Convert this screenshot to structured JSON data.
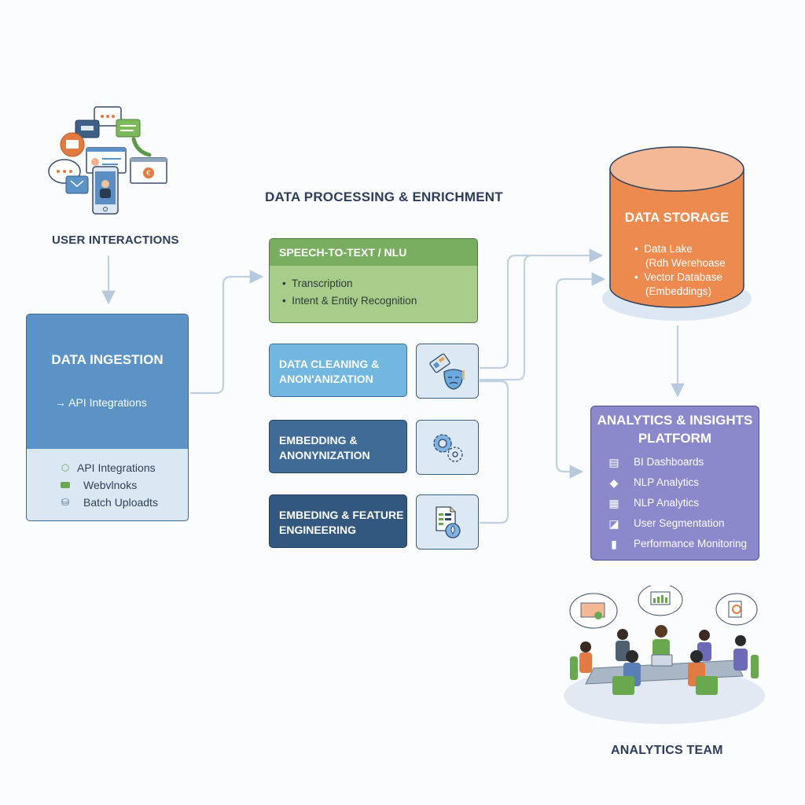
{
  "user_interactions": {
    "label": "USER INTERACTIONS",
    "icon": "communication-channels-icon"
  },
  "data_ingestion": {
    "title": "DATA INGESTION",
    "subtitle": "→ API Integrations",
    "items": [
      {
        "icon": "api-ring-icon",
        "label": "API Integrations"
      },
      {
        "icon": "webhook-chat-icon",
        "label": "Webvlnoks"
      },
      {
        "icon": "batch-upload-icon",
        "label": "Batch Uploadts"
      }
    ]
  },
  "processing": {
    "title": "DATA PROCESSING & ENRICHMENT",
    "speech": {
      "title": "SPEECH-TO-TEXT / NLU",
      "items": [
        "Transcription",
        "Intent & Entity Recognition"
      ]
    },
    "cleaning": {
      "line1": "DATA CLEANING &",
      "line2": "ANON'ANIZATION",
      "icon": "anonymization-mask-icon"
    },
    "embedding": {
      "line1": "EMBEDDING &",
      "line2": "ANONYNIZATION",
      "icon": "gears-icon"
    },
    "feature": {
      "line1": "EMBEDING & FEATURE",
      "line2": "ENGINEERING",
      "icon": "document-feature-icon"
    }
  },
  "storage": {
    "title": "DATA STORAGE",
    "items": [
      "Data Lake",
      "(Rdh Werehoase",
      "Vector Database",
      "(Embeddings)"
    ],
    "color": "#ec8a4f"
  },
  "analytics": {
    "title_line1": "ANALYTICS & INSIGHTS",
    "title_line2": "PLATFORM",
    "items": [
      {
        "icon": "dashboard-icon",
        "label": "BI Dashboards"
      },
      {
        "icon": "plug-icon",
        "label": "NLP Analytics"
      },
      {
        "icon": "nlp-report-icon",
        "label": "NLP Analytics"
      },
      {
        "icon": "segmentation-chart-icon",
        "label": "User Segmentation"
      },
      {
        "icon": "bar-chart-icon",
        "label": "Performance Monitoring"
      }
    ],
    "color": "#8b88cc"
  },
  "team": {
    "label": "ANALYTICS TEAM",
    "icon": "team-meeting-illustration"
  }
}
